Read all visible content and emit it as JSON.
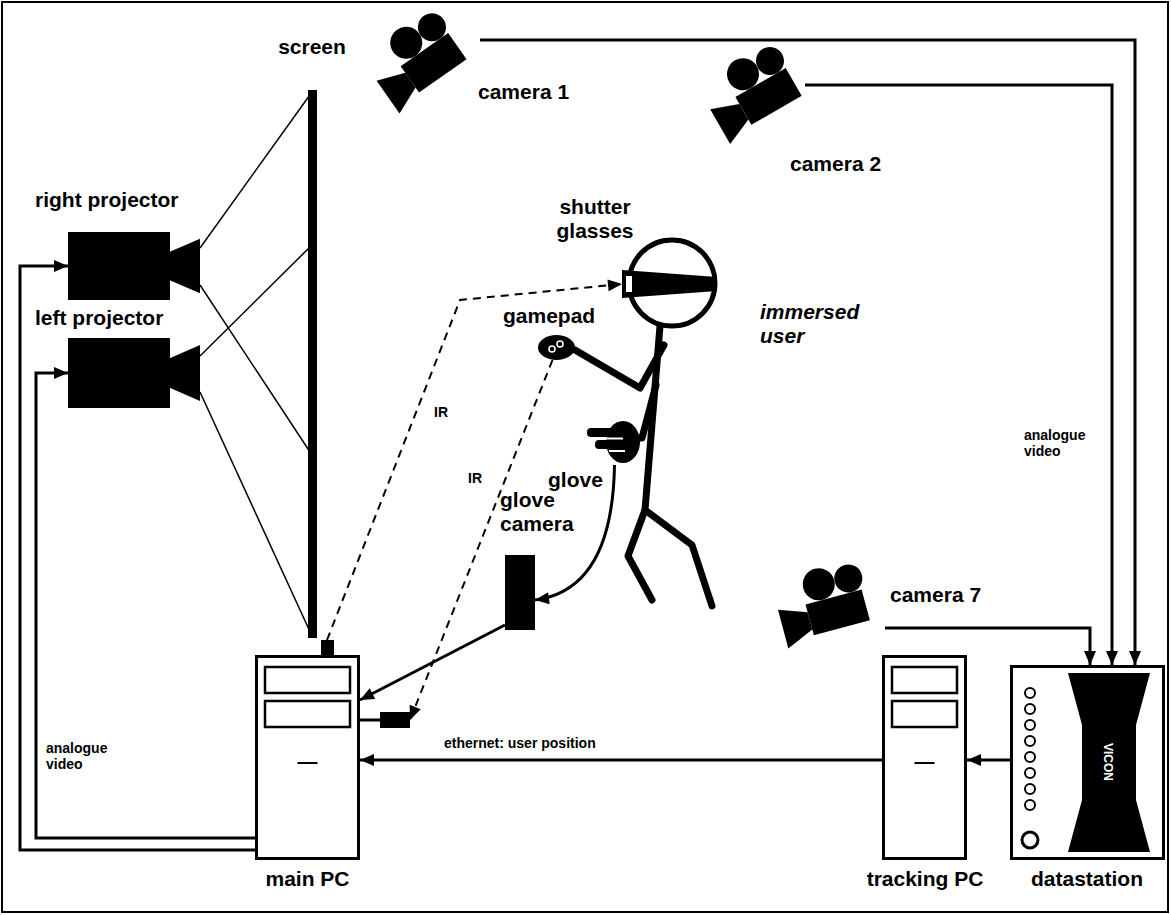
{
  "diagram": {
    "nodes": [
      {
        "text": [
          "screen"
        ]
      },
      {
        "text": [
          "right projector"
        ]
      },
      {
        "text": [
          "left projector"
        ]
      },
      {
        "text": [
          "camera 1"
        ]
      },
      {
        "text": [
          "camera 2"
        ]
      },
      {
        "text": [
          "shutter glasses"
        ]
      },
      {
        "text": [
          "gamepad"
        ]
      },
      {
        "text": [
          "immersed user"
        ]
      },
      {
        "text": [
          "glove"
        ]
      },
      {
        "text": [
          "camera 7"
        ]
      },
      {
        "text": [
          "glove camera"
        ]
      },
      {
        "text": [
          "main PC"
        ]
      },
      {
        "text": [
          "tracking PC"
        ]
      },
      {
        "text": [
          "datastation"
        ]
      }
    ],
    "edges": [
      {
        "from": 3,
        "to": 13,
        "arrow": "to"
      },
      {
        "from": 4,
        "to": 13,
        "arrow": "to",
        "label": "analogue video"
      },
      {
        "from": 9,
        "to": 13,
        "arrow": "to"
      },
      {
        "from": 13,
        "to": 12,
        "arrow": "to"
      },
      {
        "from": 12,
        "to": 11,
        "arrow": "to",
        "label": "ethernet: user position"
      },
      {
        "from": 11,
        "to": 1,
        "arrow": "to"
      },
      {
        "from": 11,
        "to": 2,
        "arrow": "to",
        "label": "analogue video"
      },
      {
        "from": 8,
        "to": 10,
        "arrow": "to"
      },
      {
        "from": 10,
        "to": 11,
        "arrow": "to"
      },
      {
        "from": 11,
        "to": 5,
        "arrow": "to",
        "label": "IR"
      },
      {
        "from": 6,
        "to": 11,
        "arrow": "to",
        "label": "IR"
      }
    ],
    "labels": [
      "VICON"
    ]
  }
}
